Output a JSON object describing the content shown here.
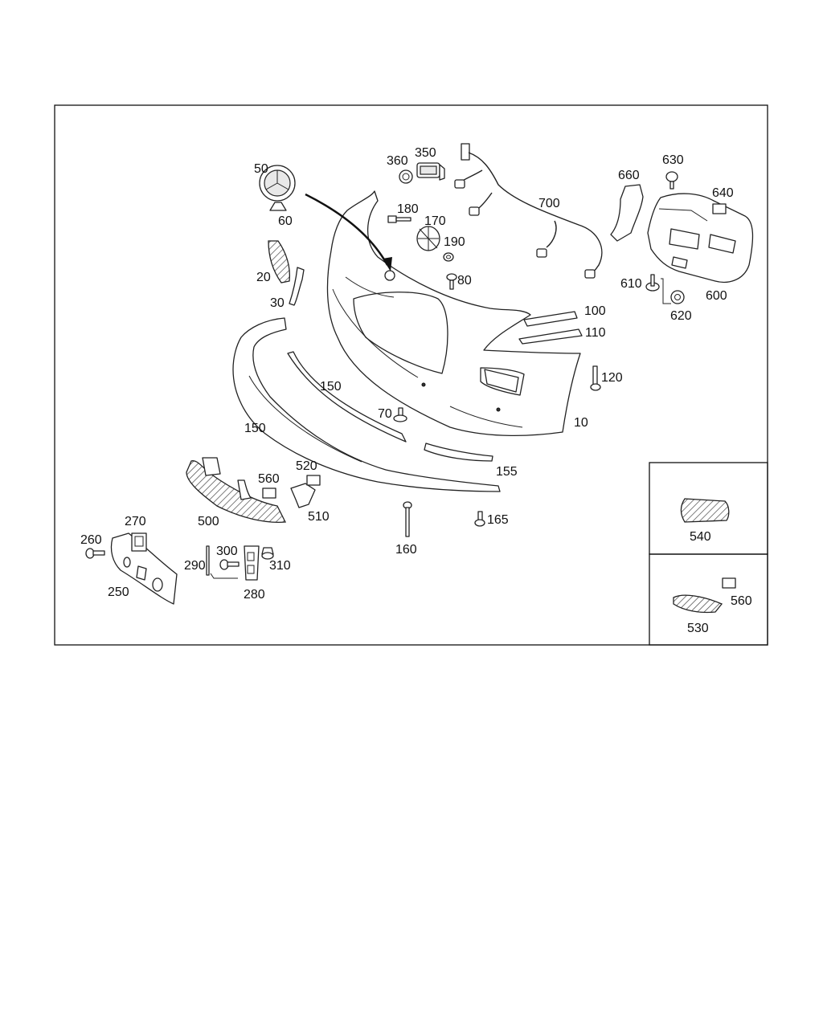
{
  "labels": {
    "p10": "10",
    "p20": "20",
    "p30": "30",
    "p50": "50",
    "p60": "60",
    "p70": "70",
    "p80": "80",
    "p100": "100",
    "p110": "110",
    "p120": "120",
    "p150a": "150",
    "p150b": "150",
    "p155": "155",
    "p160": "160",
    "p165": "165",
    "p170": "170",
    "p180": "180",
    "p190": "190",
    "p250": "250",
    "p260": "260",
    "p270": "270",
    "p280": "280",
    "p290": "290",
    "p300": "300",
    "p310": "310",
    "p350": "350",
    "p360": "360",
    "p500": "500",
    "p510": "510",
    "p520": "520",
    "p530": "530",
    "p540": "540",
    "p560a": "560",
    "p560b": "560",
    "p600": "600",
    "p610": "610",
    "p620": "620",
    "p630": "630",
    "p640": "640",
    "p660": "660",
    "p700": "700"
  }
}
